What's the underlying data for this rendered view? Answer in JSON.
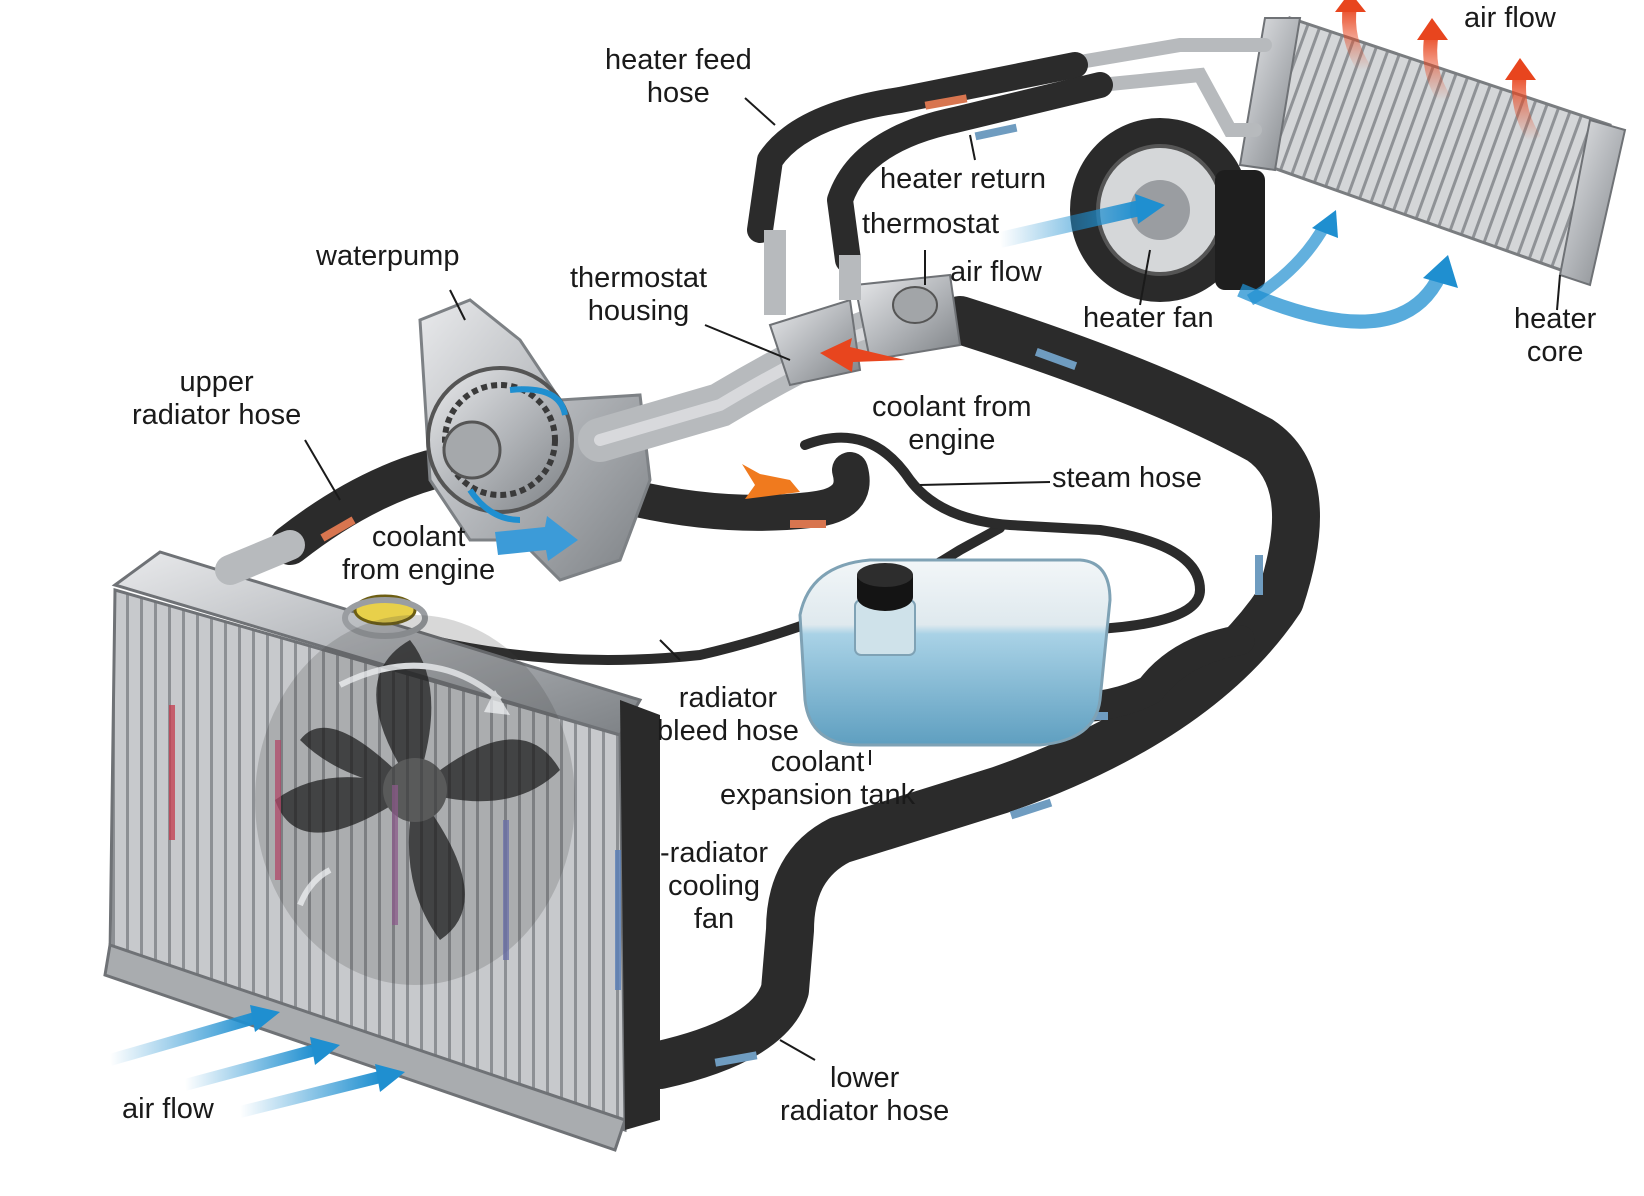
{
  "labels": {
    "heater_feed_hose": [
      "heater feed",
      "hose"
    ],
    "air_flow_top": [
      "air flow"
    ],
    "heater_return": [
      "heater return"
    ],
    "thermostat": [
      "thermostat"
    ],
    "air_flow_heater": [
      "air flow"
    ],
    "waterpump": [
      "waterpump"
    ],
    "thermostat_housing": [
      "thermostat",
      "housing"
    ],
    "heater_fan": [
      "heater fan"
    ],
    "heater_core": [
      "heater",
      "core"
    ],
    "upper_radiator_hose": [
      "upper",
      "radiator hose"
    ],
    "coolant_from_engine_right": [
      "coolant from",
      "engine"
    ],
    "steam_hose": [
      "steam hose"
    ],
    "coolant_from_engine_left": [
      "coolant",
      "from engine"
    ],
    "radiator_bleed_hose": [
      "radiator",
      "bleed hose"
    ],
    "coolant_expansion_tank": [
      "coolant",
      "expansion tank"
    ],
    "radiator_cooling_fan": [
      "-radiator",
      "cooling",
      "fan"
    ],
    "lower_radiator_hose": [
      "lower",
      "radiator hose"
    ],
    "air_flow_bottom": [
      "air flow"
    ]
  },
  "colors": {
    "hose": "#2b2b2b",
    "metal": "#b9bcbf",
    "tank_fluid": "#8fc3dc",
    "hot_arrow": "#e8451e",
    "cold_arrow": "#1f8fd0"
  }
}
